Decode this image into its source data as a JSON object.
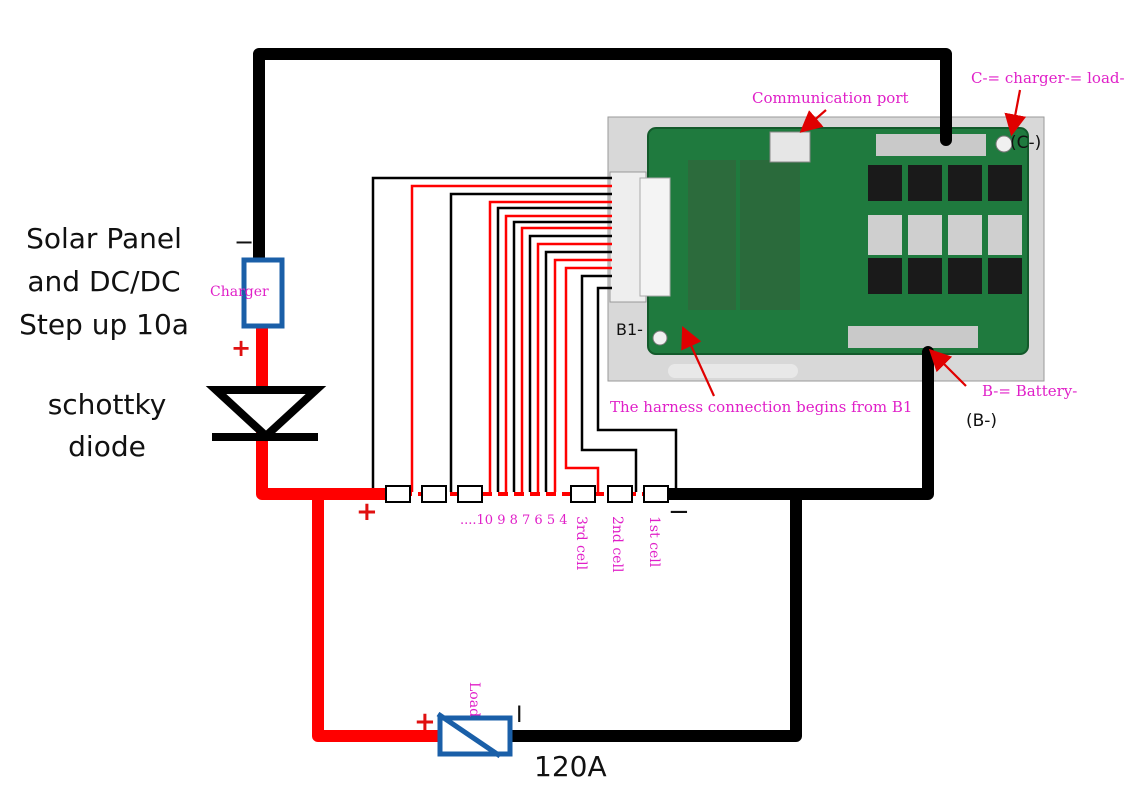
{
  "labels": {
    "solar_line1": "Solar Panel",
    "solar_line2": "and DC/DC",
    "solar_line3": "Step up 10a",
    "diode_line1": "schottky",
    "diode_line2": "diode",
    "charger": "Charger",
    "communication_port": "Communication port",
    "c_minus_note": "C-= charger-= load-",
    "c_minus_tag": "(C-)",
    "b_minus_note": "B-= Battery-",
    "b_minus_tag": "(B-)",
    "b1_tag": "B1-",
    "harness_note": "The harness connection begins from B1",
    "cells_numbers": "....10 9 8 7 6 5 4",
    "cell_3": "3rd cell",
    "cell_2": "2nd cell",
    "cell_1": "1st  cell",
    "load": "Load",
    "current": "120A",
    "plus_sign": "+",
    "minus_sign": "−",
    "pipe_sign": "I"
  },
  "colors": {
    "positive_wire": "#ff0000",
    "negative_wire": "#000000",
    "annotation": "#e020c8",
    "component_outline": "#1a5fa8",
    "arrow": "#e00000"
  }
}
